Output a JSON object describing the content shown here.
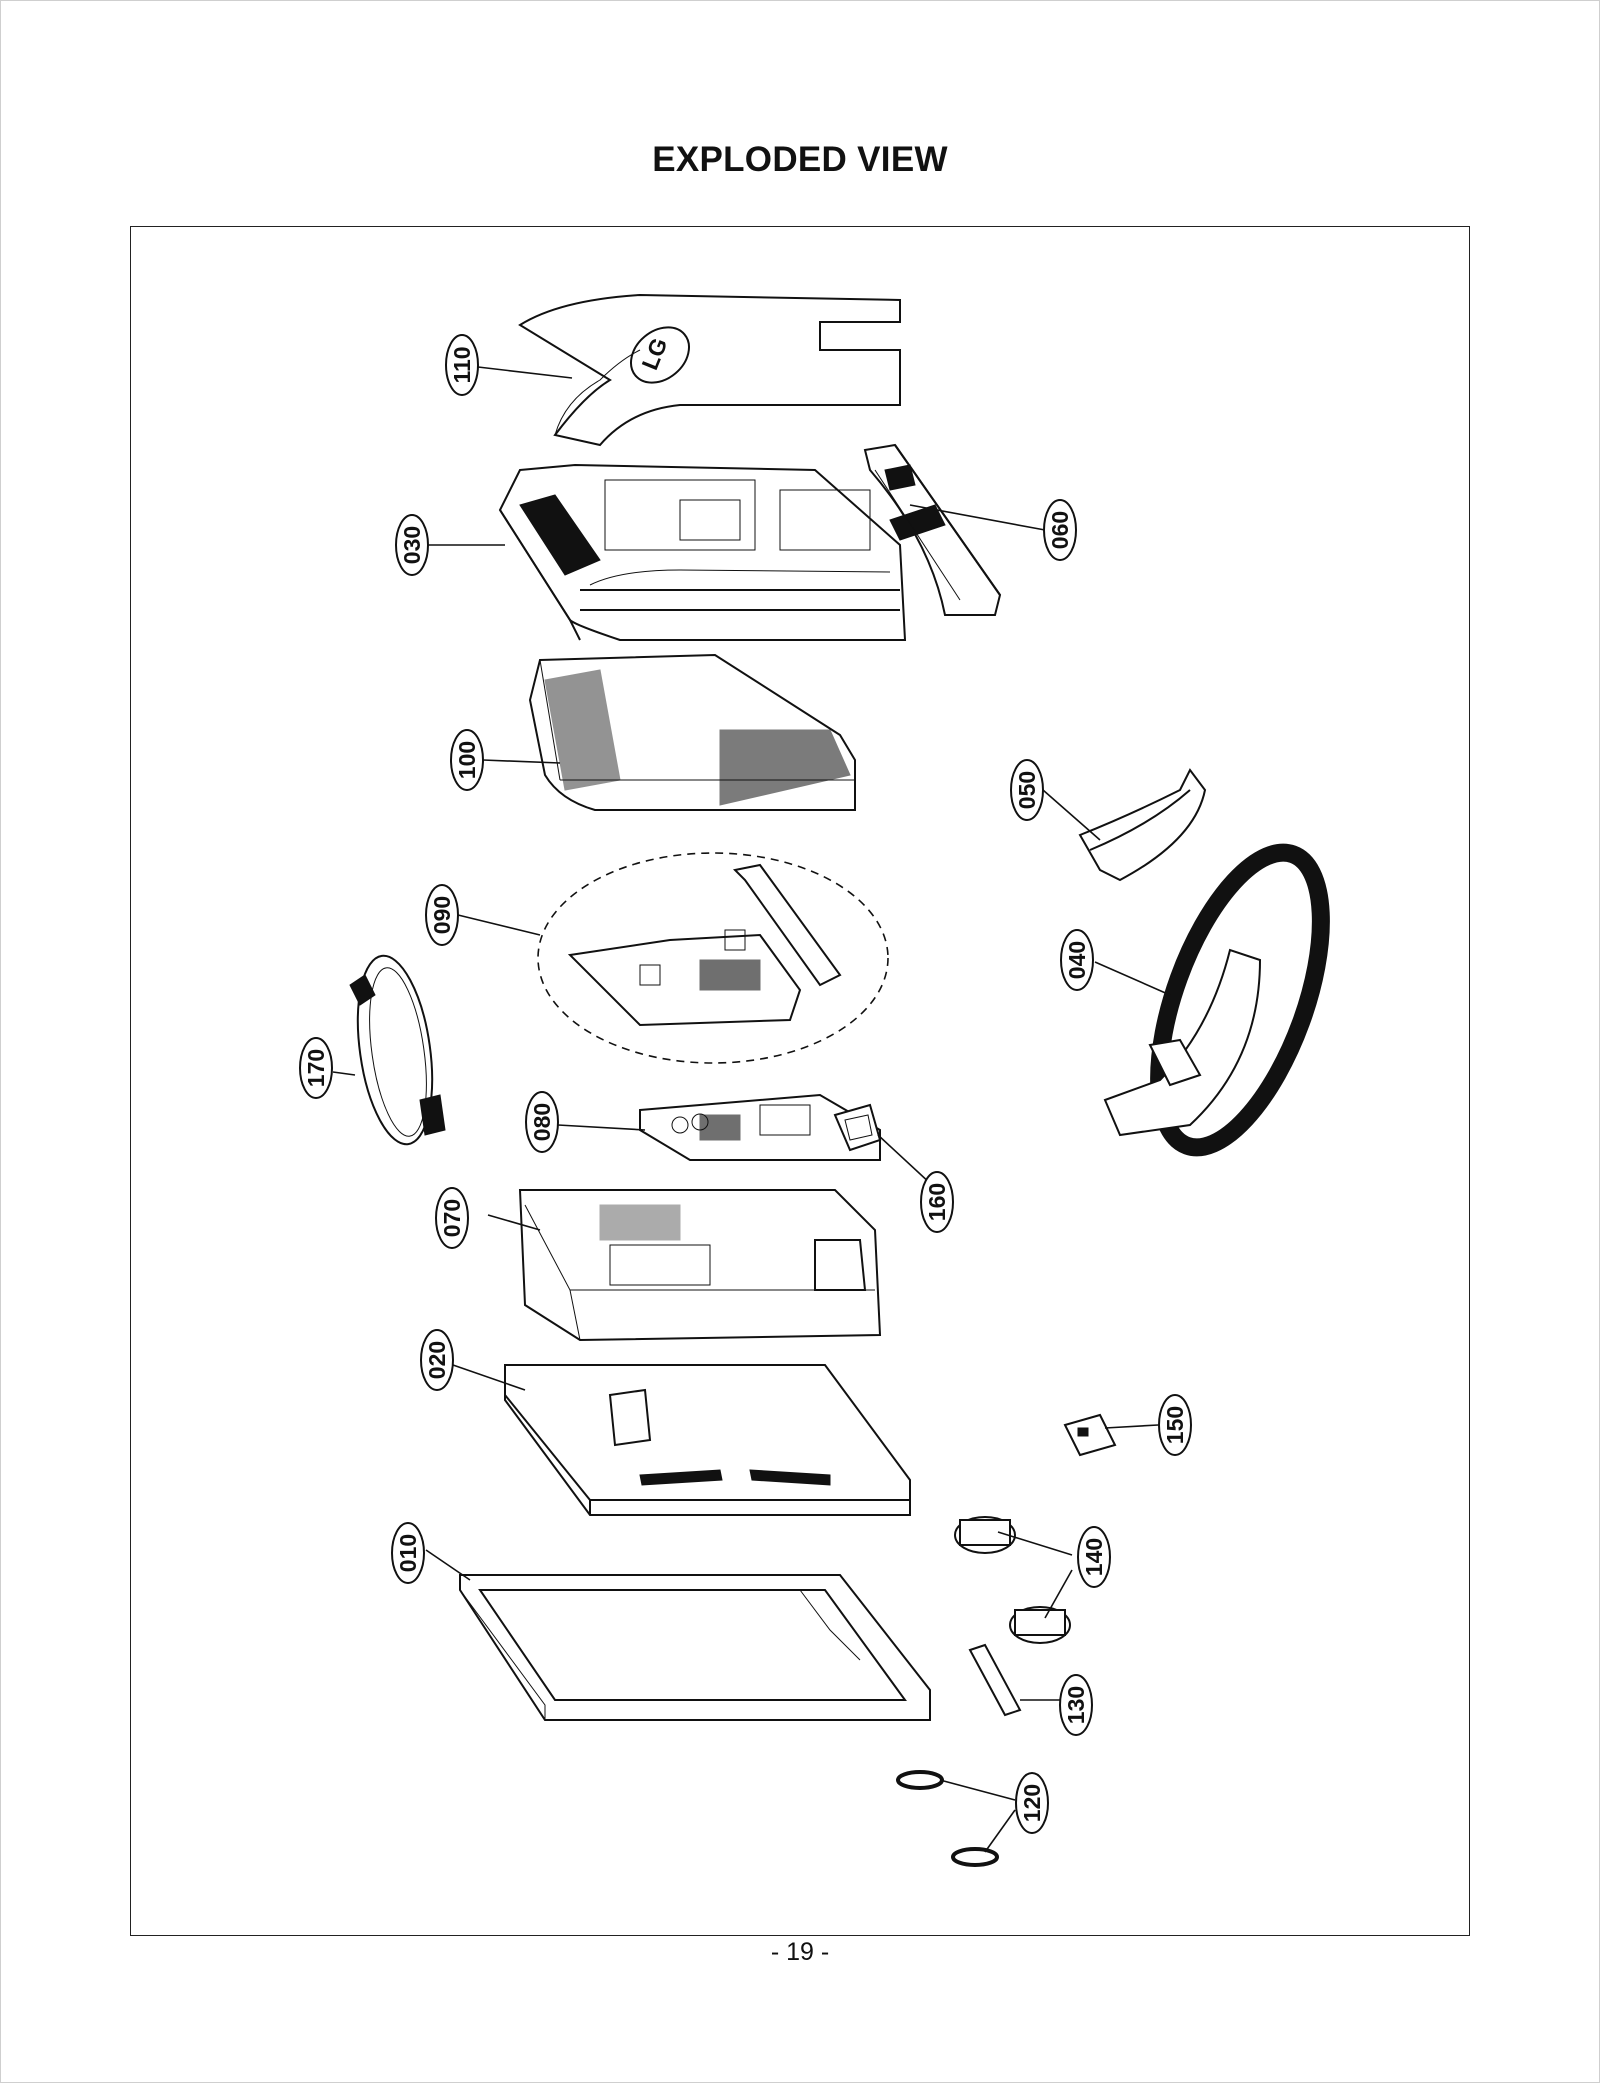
{
  "page": {
    "title": "EXPLODED VIEW",
    "page_number": "- 19 -"
  },
  "parts": [
    {
      "id": "110",
      "label": "110"
    },
    {
      "id": "030",
      "label": "030"
    },
    {
      "id": "060",
      "label": "060"
    },
    {
      "id": "100",
      "label": "100"
    },
    {
      "id": "050",
      "label": "050"
    },
    {
      "id": "090",
      "label": "090"
    },
    {
      "id": "040",
      "label": "040"
    },
    {
      "id": "170",
      "label": "170"
    },
    {
      "id": "080",
      "label": "080"
    },
    {
      "id": "160",
      "label": "160"
    },
    {
      "id": "070",
      "label": "070"
    },
    {
      "id": "020",
      "label": "020"
    },
    {
      "id": "150",
      "label": "150"
    },
    {
      "id": "010",
      "label": "010"
    },
    {
      "id": "140",
      "label": "140"
    },
    {
      "id": "130",
      "label": "130"
    },
    {
      "id": "120",
      "label": "120"
    }
  ],
  "logo_text": "LG"
}
